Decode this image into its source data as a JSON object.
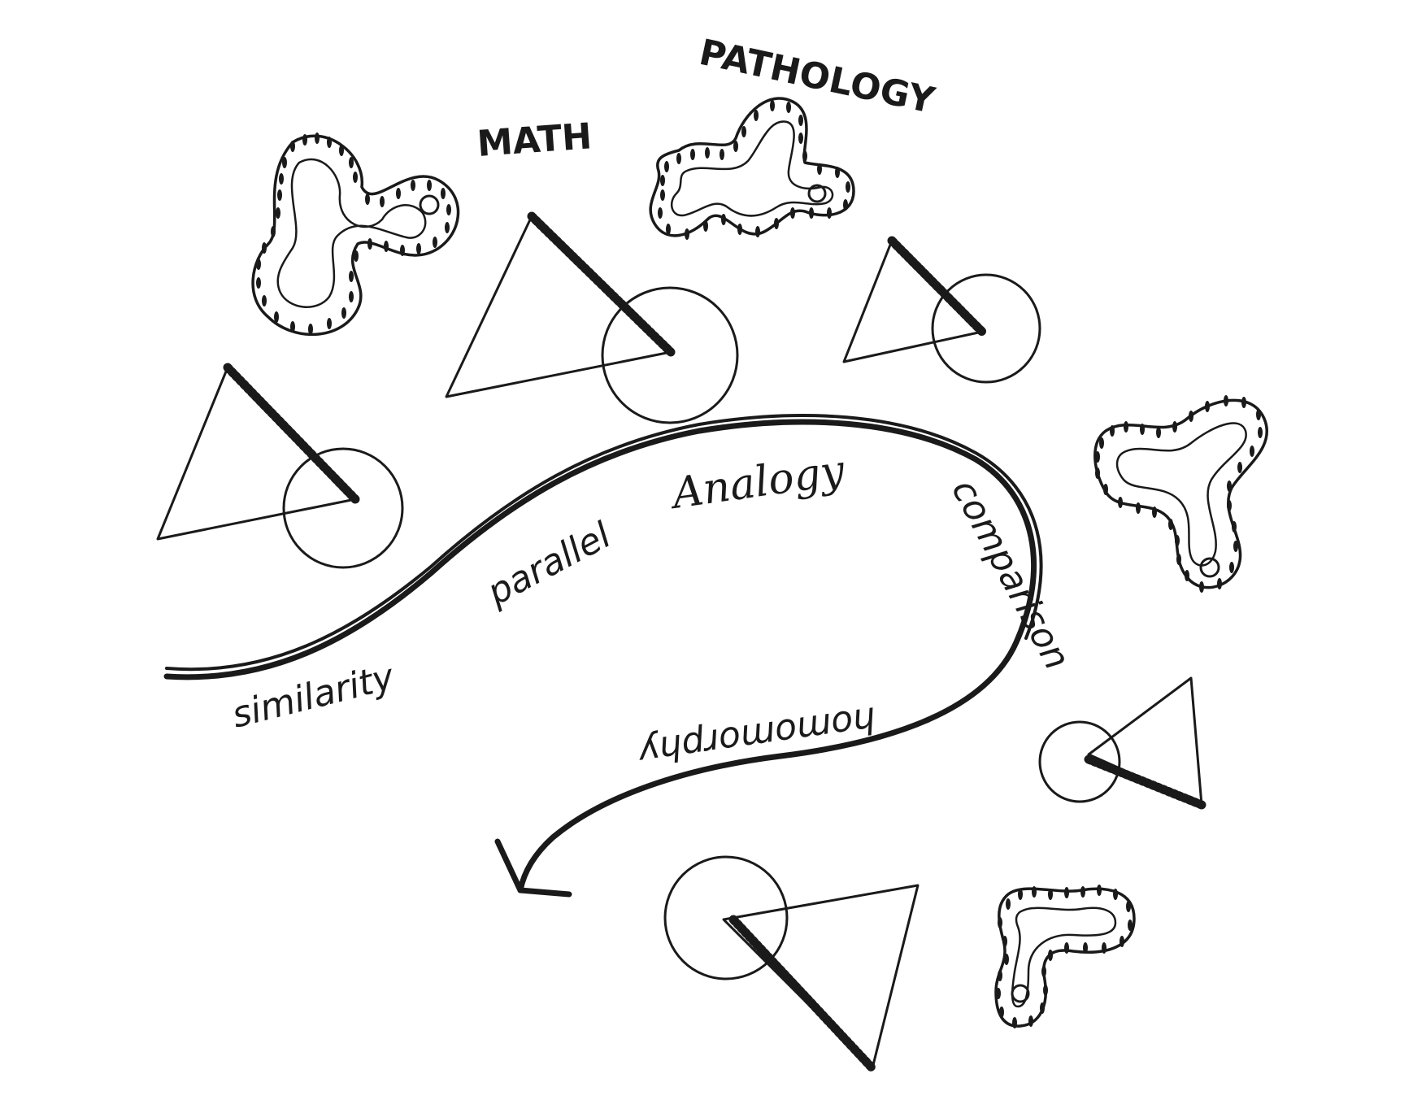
{
  "labels": {
    "math": "MATH",
    "pathology": "PATHOLOGY"
  },
  "curve_words": {
    "similarity": "similarity",
    "parallel": "parallel",
    "analogy": "Analogy",
    "comparison": "comparison",
    "homomorphy": "homomorphy"
  },
  "colors": {
    "ink": "#1a1a1a",
    "paper": "#ffffff"
  },
  "icons": {
    "math_motif": "triangle-circle-icon",
    "pathology_motif": "gland-tissue-icon",
    "arrow": "curved-arrow-icon"
  }
}
